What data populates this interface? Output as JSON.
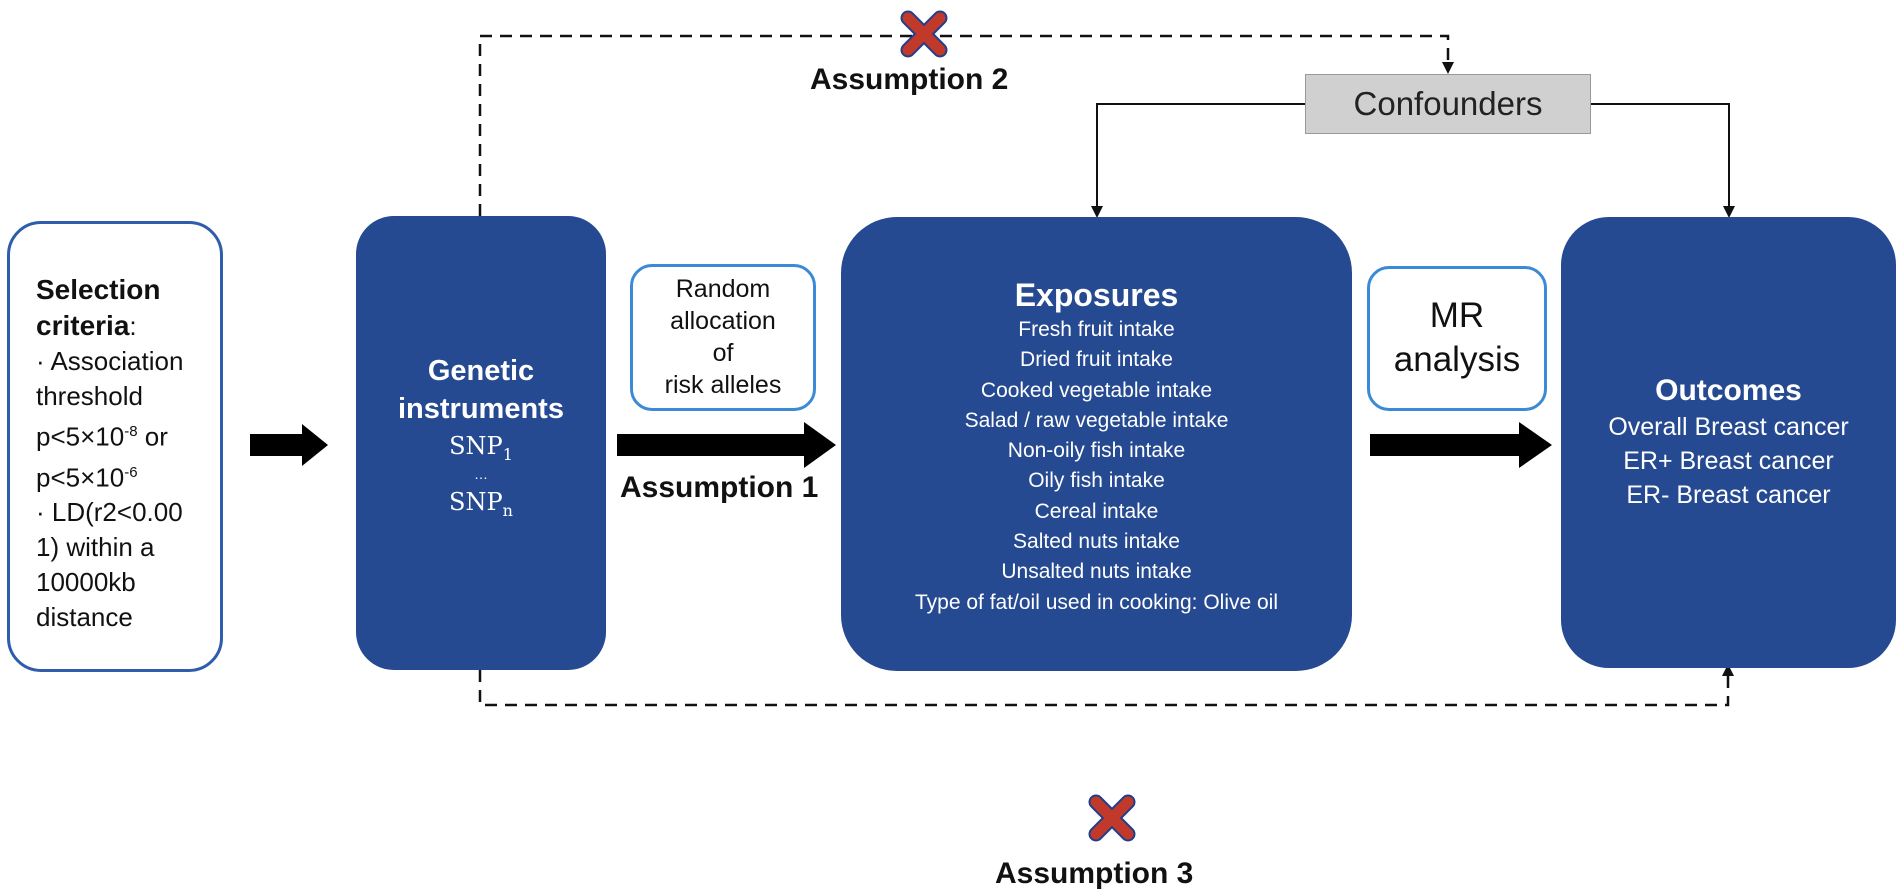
{
  "selection": {
    "title": "Selection criteria",
    "lines": [
      "· Association",
      "threshold",
      "p<5×10",
      "-8",
      " or",
      "p<5×10",
      "-6",
      "· LD(r2<0.00",
      "1) within a",
      "10000kb",
      "distance"
    ]
  },
  "genetic": {
    "title_line1": "Genetic",
    "title_line2": "instruments",
    "snp_first": "SNP",
    "snp_first_sub": "1",
    "ellipsis": "…",
    "snp_last": "SNP",
    "snp_last_sub": "n"
  },
  "random_allocation": {
    "lines": [
      "Random",
      "allocation",
      "of",
      "risk alleles"
    ]
  },
  "exposures": {
    "title": "Exposures",
    "items": [
      "Fresh fruit intake",
      "Dried fruit intake",
      "Cooked vegetable intake",
      "Salad / raw vegetable intake",
      "Non-oily fish intake",
      "Oily fish intake",
      "Cereal intake",
      "Salted nuts intake",
      "Unsalted nuts intake",
      "Type of fat/oil used in cooking: Olive oil"
    ]
  },
  "mr_analysis": {
    "lines": [
      "MR",
      "analysis"
    ]
  },
  "outcomes": {
    "title": "Outcomes",
    "items": [
      "Overall Breast cancer",
      "ER+ Breast cancer",
      "ER- Breast cancer"
    ]
  },
  "confounders": {
    "label": "Confounders"
  },
  "assumptions": {
    "a1": "Assumption 1",
    "a2": "Assumption 2",
    "a3": "Assumption 3"
  },
  "colors": {
    "box_blue": "#264a91",
    "outline_blue": "#3a8ad6",
    "cross_red": "#c0392b",
    "cross_outline": "#1f3f8a"
  },
  "icons": {
    "violated_assumption": "cross-icon"
  }
}
